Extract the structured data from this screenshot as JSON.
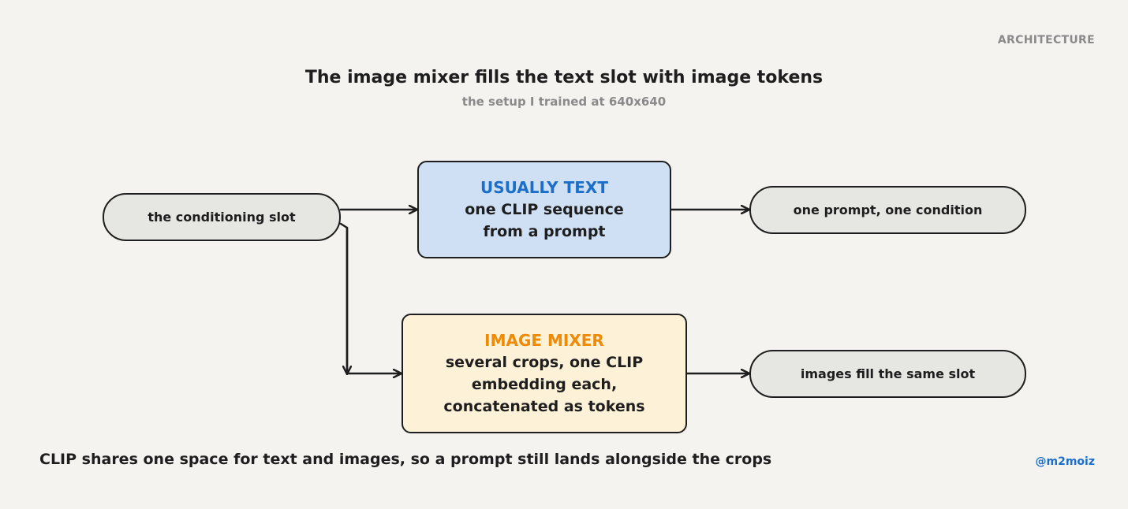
{
  "header": {
    "tag": "ARCHITECTURE",
    "title": "The image mixer fills the text slot with image tokens",
    "subtitle": "the setup I trained at 640x640"
  },
  "nodes": {
    "conditioning_slot": {
      "label": "the conditioning slot"
    },
    "text_box": {
      "heading": "USUALLY TEXT",
      "lines": [
        "one CLIP sequence",
        "from a prompt"
      ]
    },
    "mixer_box": {
      "heading": "IMAGE MIXER",
      "lines": [
        "several crops, one CLIP",
        "embedding each,",
        "concatenated as tokens"
      ]
    },
    "prompt_condition": {
      "label": "one prompt, one condition"
    },
    "images_slot": {
      "label": "images fill the same slot"
    }
  },
  "footer": {
    "note": "CLIP shares one space for text and images, so a prompt still lands alongside the crops",
    "credit": "@m2moiz"
  },
  "colors": {
    "background": "#f4f3ef",
    "accent_blue": "#1c6fc9",
    "accent_orange": "#ee8a06",
    "box_blue_fill": "#cfe0f5",
    "box_yellow_fill": "#fdf1d8",
    "pill_fill": "#e6e6e3",
    "stroke": "#1e1e1e"
  }
}
